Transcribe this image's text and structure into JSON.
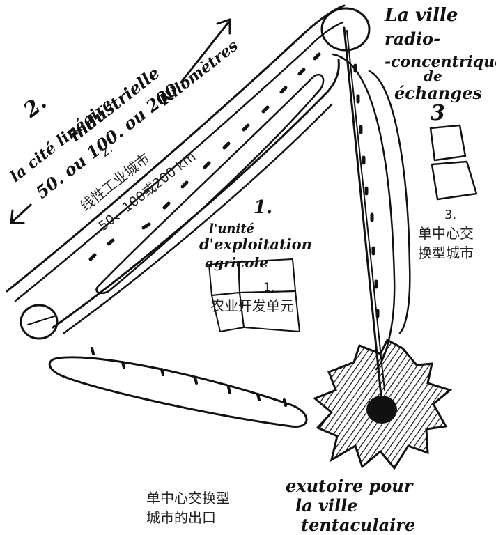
{
  "linear_city": {
    "number": "2.",
    "title_fr_line1": "la cité linéaire",
    "title_fr_line2": "industrielle",
    "distance_fr": "50. ou 100. ou 200",
    "kilometres_fr": "Kilomètres",
    "number_cn": "2.",
    "title_cn": "线性工业城市",
    "distance_cn": "50、100或200 km"
  },
  "radio_city": {
    "title_fr_line1": "La ville",
    "title_fr_line2": "radio-",
    "title_fr_line3": "-concentrique",
    "title_fr_line4": "de",
    "title_fr_line5": "échanges",
    "number": "3",
    "number_cn": "3.",
    "title_cn_line1": "单中心交",
    "title_cn_line2": "换型城市"
  },
  "agricultural_unit": {
    "number": "1.",
    "title_fr_line1": "l'unité",
    "title_fr_line2": "d'exploitation",
    "title_fr_line3": "agricole",
    "number_cn": "1.",
    "title_cn": "农业开发单元"
  },
  "exit": {
    "title_cn_line1": "单中心交换型",
    "title_cn_line2": "城市的出口",
    "title_fr_line1": "exutoire pour",
    "title_fr_line2": "la ville",
    "title_fr_line3": "tentaculaire"
  }
}
